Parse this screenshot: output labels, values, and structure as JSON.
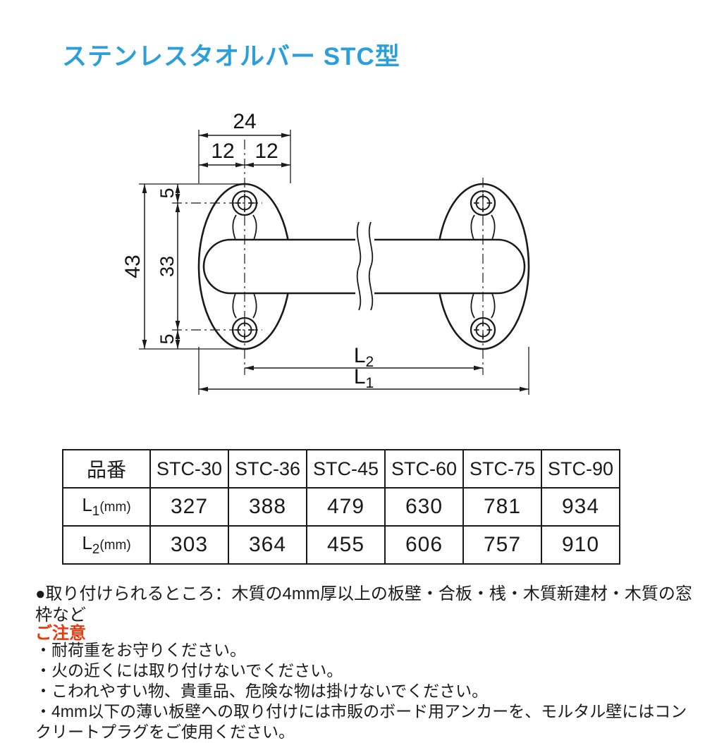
{
  "page": {
    "title": "ステンレスタオルバー STC型"
  },
  "drawing": {
    "dims": {
      "width_total": "24",
      "width_left": "12",
      "width_right": "12",
      "edge_top": "5",
      "hole_pitch": "33",
      "edge_bottom": "5",
      "height_total": "43",
      "l2": {
        "letter": "L",
        "sub": "2"
      },
      "l1": {
        "letter": "L",
        "sub": "1"
      }
    }
  },
  "table": {
    "item_header": "品番",
    "model_headers": [
      "STC-30",
      "STC-36",
      "STC-45",
      "STC-60",
      "STC-75",
      "STC-90"
    ],
    "rows": [
      {
        "letter": "L",
        "sub": "1",
        "unit": "(mm)",
        "values": [
          "327",
          "388",
          "479",
          "630",
          "781",
          "934"
        ]
      },
      {
        "letter": "L",
        "sub": "2",
        "unit": "(mm)",
        "values": [
          "303",
          "364",
          "455",
          "606",
          "757",
          "910"
        ]
      }
    ]
  },
  "notes": {
    "mounting": "●取り付けられるところ：木質の4mm厚以上の板壁・合板・桟・木質新建材・木質の窓枠など",
    "caution_title": "ご注意",
    "caution_items": [
      "・耐荷重をお守りください。",
      "・火の近くには取り付けないでください。",
      "・こわれやすい物、貴重品、危険な物は掛けないでください。",
      "・4mm以下の薄い板壁への取り付けには市販のボード用アンカーを、モルタル壁にはコンクリートプラグをご使用ください。"
    ]
  },
  "colors": {
    "title_blue": "#2b9fd9",
    "caution_red": "#e8380d",
    "line_black": "#1a1a1a"
  }
}
